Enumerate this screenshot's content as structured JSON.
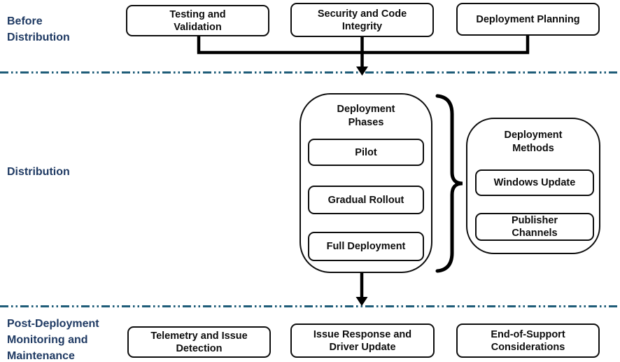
{
  "colors": {
    "section_label": "#1F3A63",
    "divider": "#1E5C78",
    "connector": "#000000",
    "box_border": "#0D0D0D",
    "box_fill": "#FFFFFF"
  },
  "sections": {
    "before": {
      "label": "Before Distribution"
    },
    "distribution": {
      "label": "Distribution"
    },
    "post": {
      "label": "Post-Deployment Monitoring and Maintenance"
    }
  },
  "top_row": {
    "boxes": [
      {
        "label": "Testing and Validation"
      },
      {
        "label": "Security and Code Integrity"
      },
      {
        "label": "Deployment Planning"
      }
    ]
  },
  "distribution_flow": {
    "phases": {
      "title": "Deployment Phases",
      "steps": [
        {
          "label": "Pilot"
        },
        {
          "label": "Gradual Rollout"
        },
        {
          "label": "Full Deployment"
        }
      ]
    },
    "methods": {
      "title": "Deployment Methods",
      "items": [
        {
          "label": "Windows Update"
        },
        {
          "label": "Publisher Channels"
        }
      ]
    }
  },
  "bottom_row": {
    "boxes": [
      {
        "label": "Telemetry and Issue Detection"
      },
      {
        "label": "Issue Response and Driver Update"
      },
      {
        "label": "End-of-Support Considerations"
      }
    ]
  }
}
